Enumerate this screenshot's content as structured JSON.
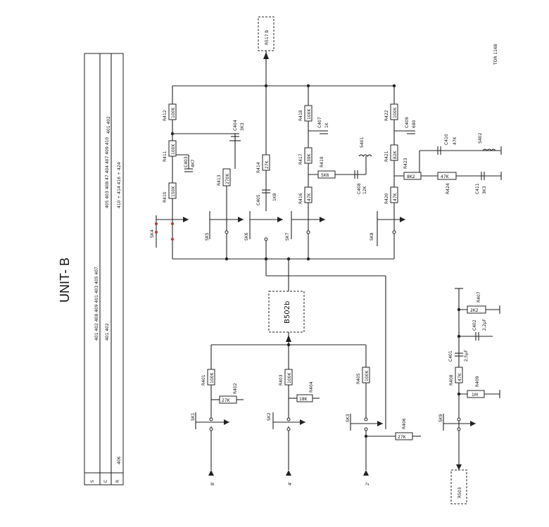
{
  "title": "UNIT- B",
  "doc_code": "TOR 1168",
  "table": {
    "rows": [
      {
        "key": "S",
        "line1": "401  402",
        "line2": "401  402"
      },
      {
        "key": "C",
        "line1": "405  403  408  47  404  407  409  410",
        "line2": "401  402  408  409  401  403  405  407"
      },
      {
        "key": "R",
        "line1": "410 ÷ 414   416 ÷ 424",
        "line2": "406"
      }
    ]
  },
  "connectors": {
    "top": "R517 b",
    "middle": "B502b",
    "bottom": "R503"
  },
  "switches": {
    "sk1": "SK1",
    "sk2": "SK2",
    "sk3": "SK3",
    "sk4": "SK4",
    "sk5": "SK5",
    "sk6": "SK6",
    "sk7": "SK7",
    "sk8": "SK8",
    "sk9": "SK9"
  },
  "inputs": {
    "in8": "8'",
    "in4": "4'",
    "in2": "2'"
  },
  "components": {
    "R412": {
      "ref": "R412",
      "val": "100K"
    },
    "R411": {
      "ref": "R411",
      "val": "100K"
    },
    "R410": {
      "ref": "R410",
      "val": "150K"
    },
    "C403": {
      "ref": "C403",
      "val": "4K7"
    },
    "C404": {
      "ref": "C404",
      "val": "3K3"
    },
    "R413": {
      "ref": "R413",
      "val": "270K"
    },
    "R414": {
      "ref": "R414",
      "val": "27K"
    },
    "C405": {
      "ref": "C405",
      "val": "1K8"
    },
    "R418": {
      "ref": "R418",
      "val": "100K"
    },
    "C407": {
      "ref": "C407",
      "val": "1K"
    },
    "R417": {
      "ref": "R417",
      "val": "39K"
    },
    "R416": {
      "ref": "R416",
      "val": "47K"
    },
    "R419": {
      "ref": "R419",
      "val": "5K6"
    },
    "C408": {
      "ref": "C408",
      "val": "12K"
    },
    "S401": {
      "ref": "S401",
      "val": ""
    },
    "R422": {
      "ref": "R422",
      "val": "100K"
    },
    "C409": {
      "ref": "C409",
      "val": "680"
    },
    "R421": {
      "ref": "R421",
      "val": "82K"
    },
    "R420": {
      "ref": "R420",
      "val": "47K"
    },
    "R423": {
      "ref": "R423",
      "val": "8K2"
    },
    "C410": {
      "ref": "C410",
      "val": "47K"
    },
    "S402": {
      "ref": "S402",
      "val": ""
    },
    "R424": {
      "ref": "R424",
      "val": "47K"
    },
    "C411": {
      "ref": "C411",
      "val": "3K3"
    },
    "R401": {
      "ref": "R401",
      "val": "100K"
    },
    "R402": {
      "ref": "R402",
      "val": "27K"
    },
    "R403": {
      "ref": "R403",
      "val": "100K"
    },
    "R404": {
      "ref": "R404",
      "val": "18K"
    },
    "R405": {
      "ref": "R405",
      "val": "100K"
    },
    "R406": {
      "ref": "R406",
      "val": "27K"
    },
    "R407": {
      "ref": "R407",
      "val": "2K2"
    },
    "C402": {
      "ref": "C402",
      "val": "2,2µF"
    },
    "C401": {
      "ref": "C401",
      "val": "2,5µF"
    },
    "R408": {
      "ref": "R408",
      "val": "47K"
    },
    "R409": {
      "ref": "R409",
      "val": "1M"
    }
  }
}
